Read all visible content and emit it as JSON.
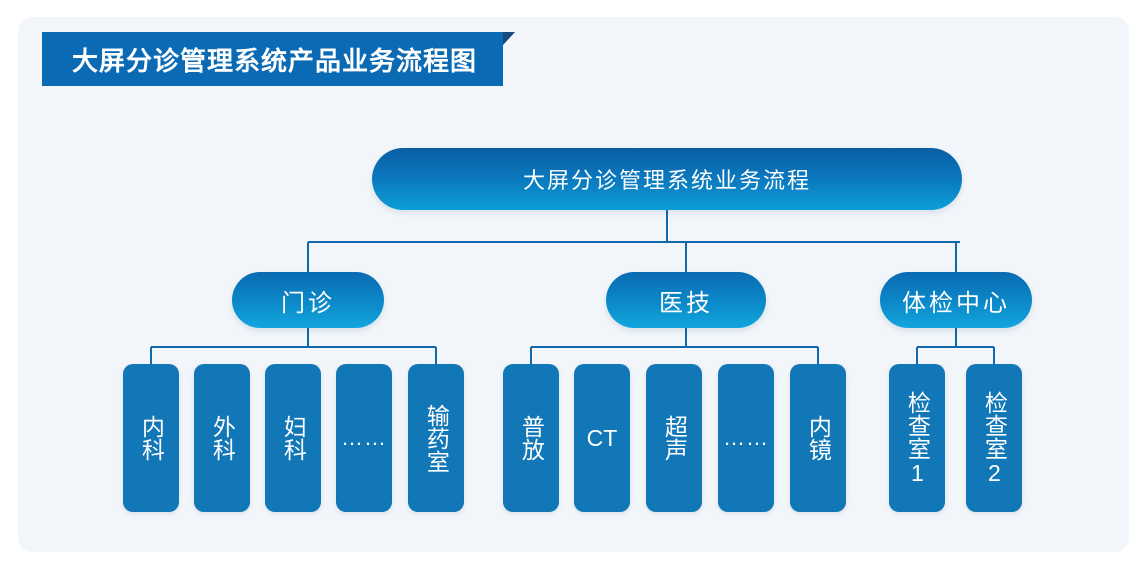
{
  "banner": {
    "title": "大屏分诊管理系统产品业务流程图",
    "color": "#0b6ab4",
    "fold_color": "#164a7e"
  },
  "card": {
    "background": "#f2f6fa"
  },
  "colors": {
    "root_top": "#0a5ea4",
    "root_bottom": "#0c9ed6",
    "branch_top": "#0a6bb2",
    "branch_bottom": "#12a6de",
    "leaf": "#1277b7",
    "connector": "#1169ac"
  },
  "chart_data": {
    "type": "diagram",
    "title": "大屏分诊管理系统业务流程",
    "root": {
      "label": "大屏分诊管理系统业务流程"
    },
    "branches": [
      {
        "label": "门诊",
        "leaves": [
          {
            "label": "内科",
            "orientation": "vertical"
          },
          {
            "label": "外科",
            "orientation": "vertical"
          },
          {
            "label": "妇科",
            "orientation": "vertical"
          },
          {
            "label": "……",
            "orientation": "horizontal"
          },
          {
            "label": "输药室",
            "orientation": "vertical"
          }
        ]
      },
      {
        "label": "医技",
        "leaves": [
          {
            "label": "普放",
            "orientation": "vertical"
          },
          {
            "label": "CT",
            "orientation": "horizontal"
          },
          {
            "label": "超声",
            "orientation": "vertical"
          },
          {
            "label": "……",
            "orientation": "horizontal"
          },
          {
            "label": "内镜",
            "orientation": "vertical"
          }
        ]
      },
      {
        "label": "体检中心",
        "leaves": [
          {
            "label": "检查室1",
            "orientation": "vertical"
          },
          {
            "label": "检查室2",
            "orientation": "vertical"
          }
        ]
      }
    ]
  }
}
